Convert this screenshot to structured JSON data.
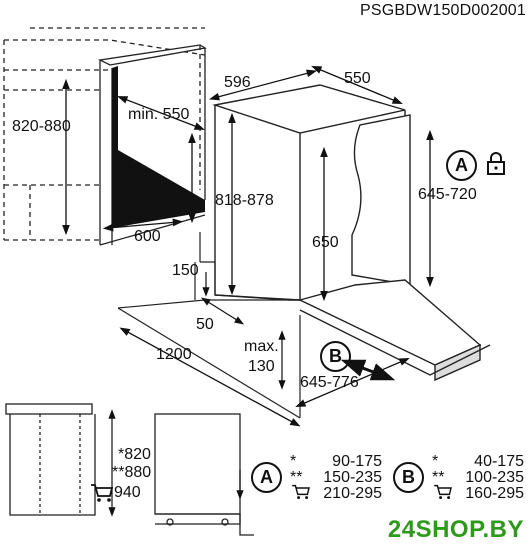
{
  "code": "PSGBDW150D002001",
  "dims": {
    "d596": "596",
    "d550": "550",
    "d820_880": "820-880",
    "min550": "min. 550",
    "d818_878": "818-878",
    "d600": "600",
    "d645_720": "645-720",
    "d650": "650",
    "d150": "150",
    "d50": "50",
    "d1200": "1200",
    "max_label": "max.",
    "max_value": "130",
    "d645_776": "645-776"
  },
  "markers": {
    "a": "A",
    "b": "B"
  },
  "bottom_left": {
    "l1": "*820",
    "l2": "**880",
    "l3": "940"
  },
  "table_a": {
    "marker": "A",
    "rows": [
      {
        "star": "*",
        "value": "90-175"
      },
      {
        "star": "**",
        "value": "150-235"
      },
      {
        "star": "",
        "value": "210-295"
      }
    ]
  },
  "table_b": {
    "marker": "B",
    "rows": [
      {
        "star": "*",
        "value": "40-175"
      },
      {
        "star": "**",
        "value": "100-235"
      },
      {
        "star": "",
        "value": "160-295"
      }
    ]
  },
  "brand": "24SHOP.BY",
  "icons": [
    "lock-icon",
    "cart-icon"
  ]
}
